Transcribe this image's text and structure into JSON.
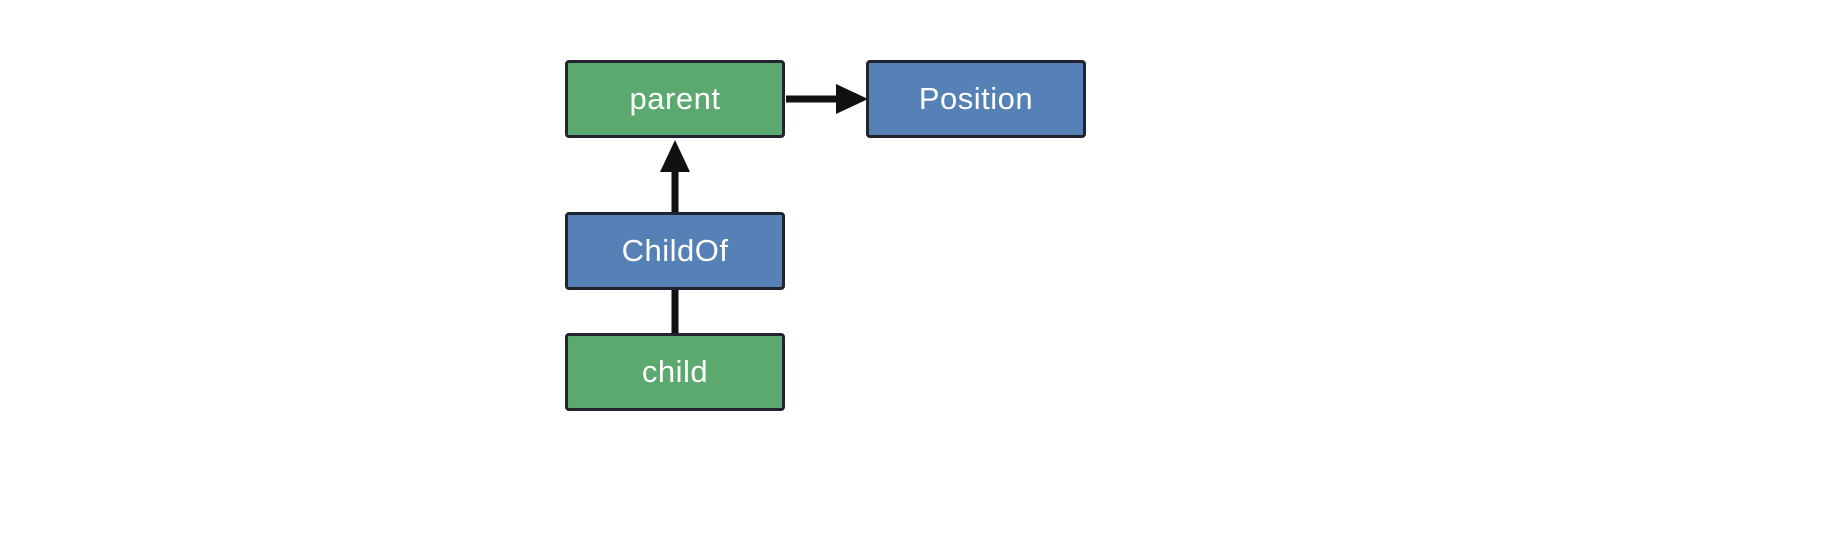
{
  "diagram": {
    "title": "entity-relationship-diagram",
    "nodes": [
      {
        "id": "parent",
        "label": "parent",
        "kind": "entity"
      },
      {
        "id": "Position",
        "label": "Position",
        "kind": "component"
      },
      {
        "id": "ChildOf",
        "label": "ChildOf",
        "kind": "relationship"
      },
      {
        "id": "child",
        "label": "child",
        "kind": "entity"
      }
    ],
    "edges": [
      {
        "from": "parent",
        "to": "Position",
        "style": "arrow",
        "direction": "right"
      },
      {
        "from": "ChildOf",
        "to": "parent",
        "style": "arrow",
        "direction": "up"
      },
      {
        "from": "child",
        "to": "ChildOf",
        "style": "line",
        "direction": "up"
      }
    ],
    "colors": {
      "entity_fill": "#5ba96e",
      "component_fill": "#5681b6",
      "node_border": "#20242e",
      "edge": "#111111",
      "text": "#ffffff",
      "background": "#ffffff"
    }
  }
}
